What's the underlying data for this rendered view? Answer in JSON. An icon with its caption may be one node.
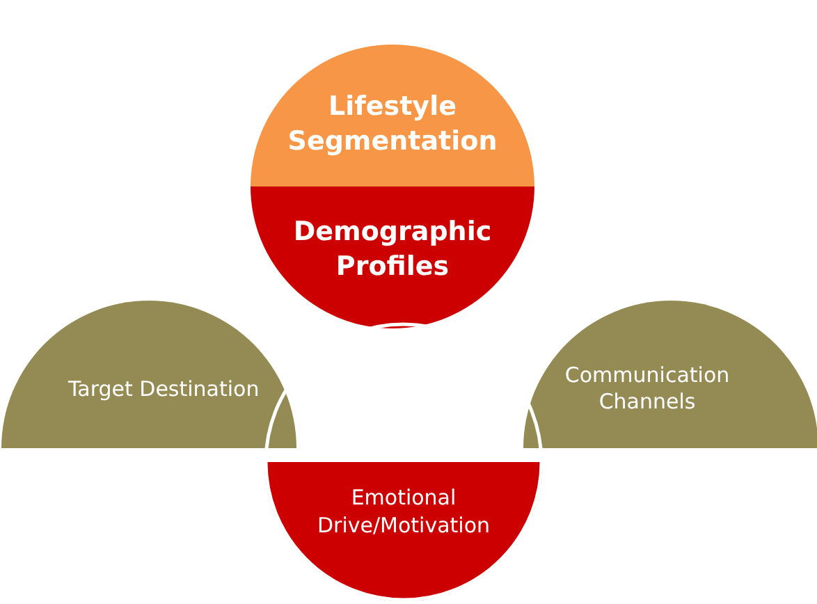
{
  "diagram": {
    "nodes": [
      {
        "text": [
          "Target Destination"
        ]
      },
      {
        "text": [
          "Communication Channels"
        ]
      },
      {
        "text": [
          "Lifestyle Segmentation",
          "Demographic Profiles"
        ]
      },
      {
        "text": [
          "Emotional Drive/Motivation"
        ]
      }
    ],
    "edges": []
  }
}
